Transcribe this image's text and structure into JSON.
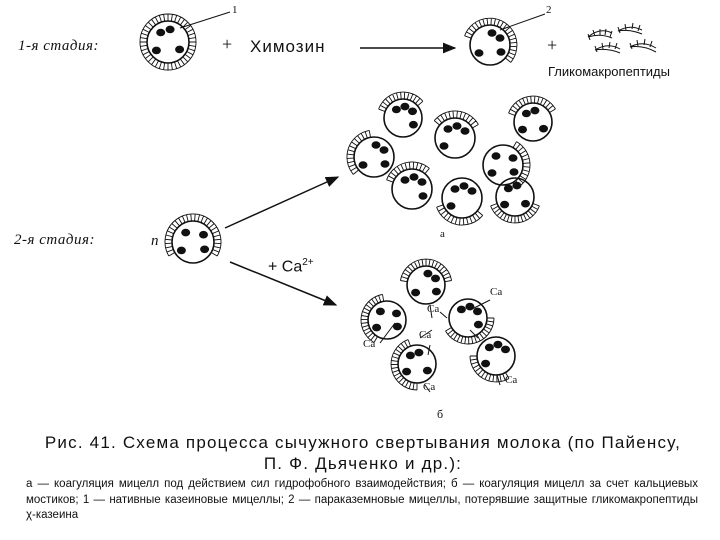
{
  "stage1": {
    "label": "1-я стадия:",
    "plus1": "+",
    "enzyme": "Химозин",
    "plus2": "+",
    "product": "Гликомакропептиды",
    "callout1": "1",
    "callout2": "2"
  },
  "stage2": {
    "label": "2-я стадия:",
    "n": "n",
    "calcium": "+ Ca",
    "calcium_charge": "2+",
    "variant_a": "а",
    "variant_b": "б",
    "ca_label": "Ca"
  },
  "caption": {
    "line1": "Рис. 41. Схема процесса сычужного свертывания молока (по Пайенсу,",
    "line2": "П. Ф. Дьяченко и др.):"
  },
  "legend": {
    "text": "а — коагуляция мицелл под действием сил гидрофобного взаимодействия; б — коагуляция мицелл за счет кальциевых мостиков; 1 — нативные казеиновые мицеллы; 2 — параказемновые мицеллы, потерявшие защитные гликомакропептиды χ-казеина"
  },
  "colors": {
    "ink": "#111111",
    "paper": "#ffffff"
  }
}
